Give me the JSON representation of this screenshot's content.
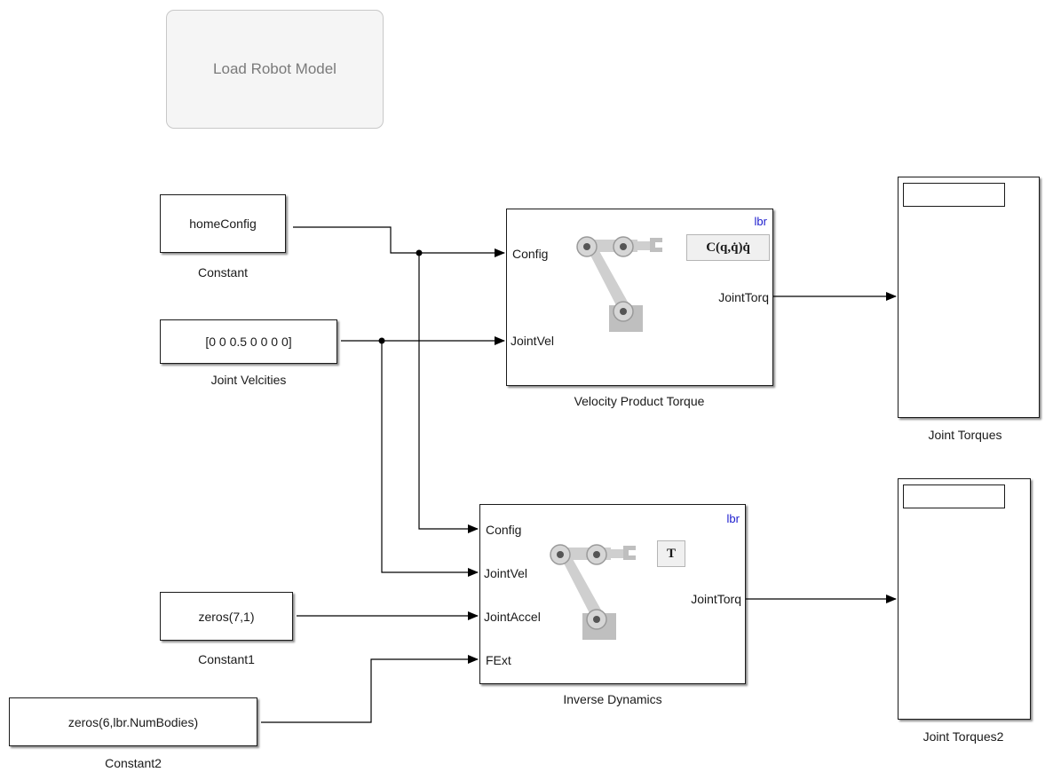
{
  "button": {
    "label": "Load Robot Model"
  },
  "blocks": {
    "constant": {
      "value": "homeConfig",
      "caption": "Constant"
    },
    "joint_velocities": {
      "value": "[0 0 0.5 0 0 0 0]",
      "caption": "Joint Velcities"
    },
    "constant1": {
      "value": "zeros(7,1)",
      "caption": "Constant1"
    },
    "constant2": {
      "value": "zeros(6,lbr.NumBodies)",
      "caption": "Constant2"
    },
    "velocity_product_torque": {
      "caption": "Velocity Product Torque",
      "tag": "lbr",
      "inputs": [
        "Config",
        "JointVel"
      ],
      "output": "JointTorq",
      "formula": "C(q,q̇)q̇"
    },
    "inverse_dynamics": {
      "caption": "Inverse Dynamics",
      "tag": "lbr",
      "inputs": [
        "Config",
        "JointVel",
        "JointAccel",
        "FExt"
      ],
      "output": "JointTorq",
      "formula": "T"
    },
    "joint_torques": {
      "caption": "Joint Torques"
    },
    "joint_torques2": {
      "caption": "Joint Torques2"
    }
  }
}
